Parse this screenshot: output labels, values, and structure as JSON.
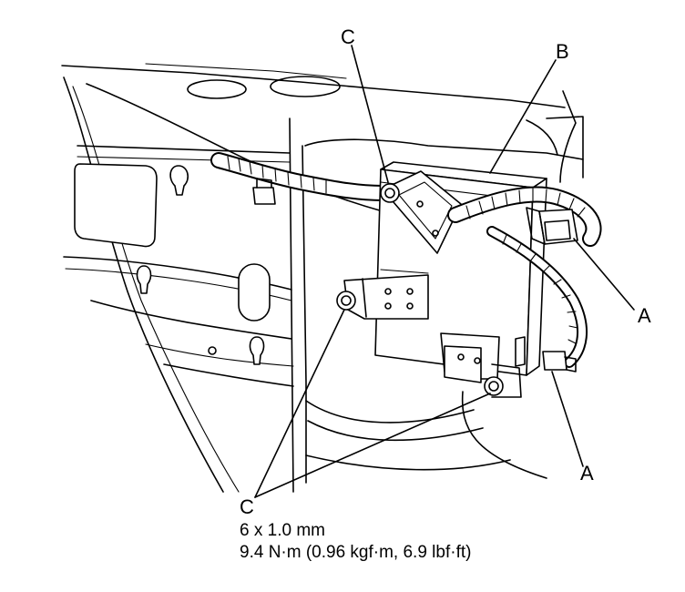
{
  "callouts": {
    "c_top": "C",
    "b": "B",
    "a_upper": "A",
    "a_lower": "A",
    "c_bottom": "C"
  },
  "spec": {
    "bolt_size": "6 x 1.0 mm",
    "torque": "9.4 N·m (0.96 kgf·m, 6.9 lbf·ft)"
  }
}
